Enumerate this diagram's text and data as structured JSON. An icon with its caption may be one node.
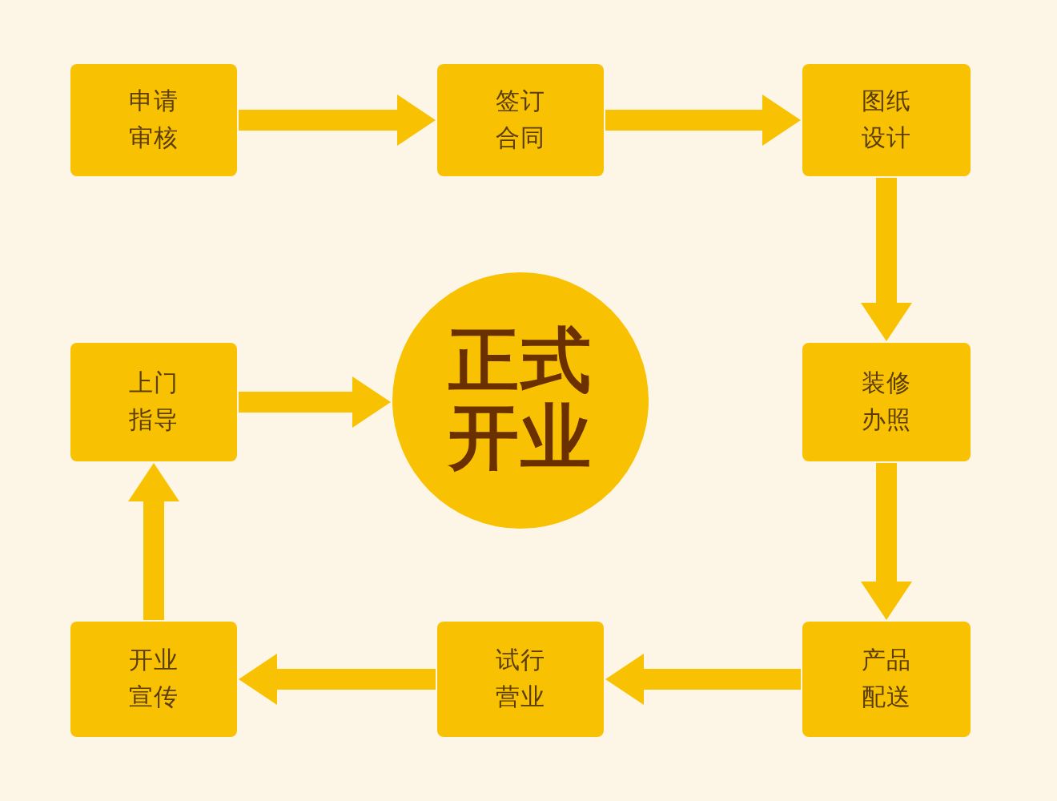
{
  "diagram": {
    "nodes": [
      {
        "text": [
          "申请审核"
        ]
      },
      {
        "text": [
          "签订合同"
        ]
      },
      {
        "text": [
          "图纸设计"
        ]
      },
      {
        "text": [
          "装修办照"
        ]
      },
      {
        "text": [
          "产品配送"
        ]
      },
      {
        "text": [
          "试行营业"
        ]
      },
      {
        "text": [
          "开业宣传"
        ]
      },
      {
        "text": [
          "上门指导"
        ]
      },
      {
        "text": [
          "正式开业"
        ]
      }
    ],
    "edges": [
      {
        "from": 0,
        "to": 1,
        "arrow": "to"
      },
      {
        "from": 1,
        "to": 2,
        "arrow": "to"
      },
      {
        "from": 2,
        "to": 3,
        "arrow": "to"
      },
      {
        "from": 3,
        "to": 4,
        "arrow": "to"
      },
      {
        "from": 4,
        "to": 5,
        "arrow": "to"
      },
      {
        "from": 5,
        "to": 6,
        "arrow": "to"
      },
      {
        "from": 6,
        "to": 7,
        "arrow": "to"
      },
      {
        "from": 7,
        "to": 8,
        "arrow": "to"
      }
    ]
  }
}
